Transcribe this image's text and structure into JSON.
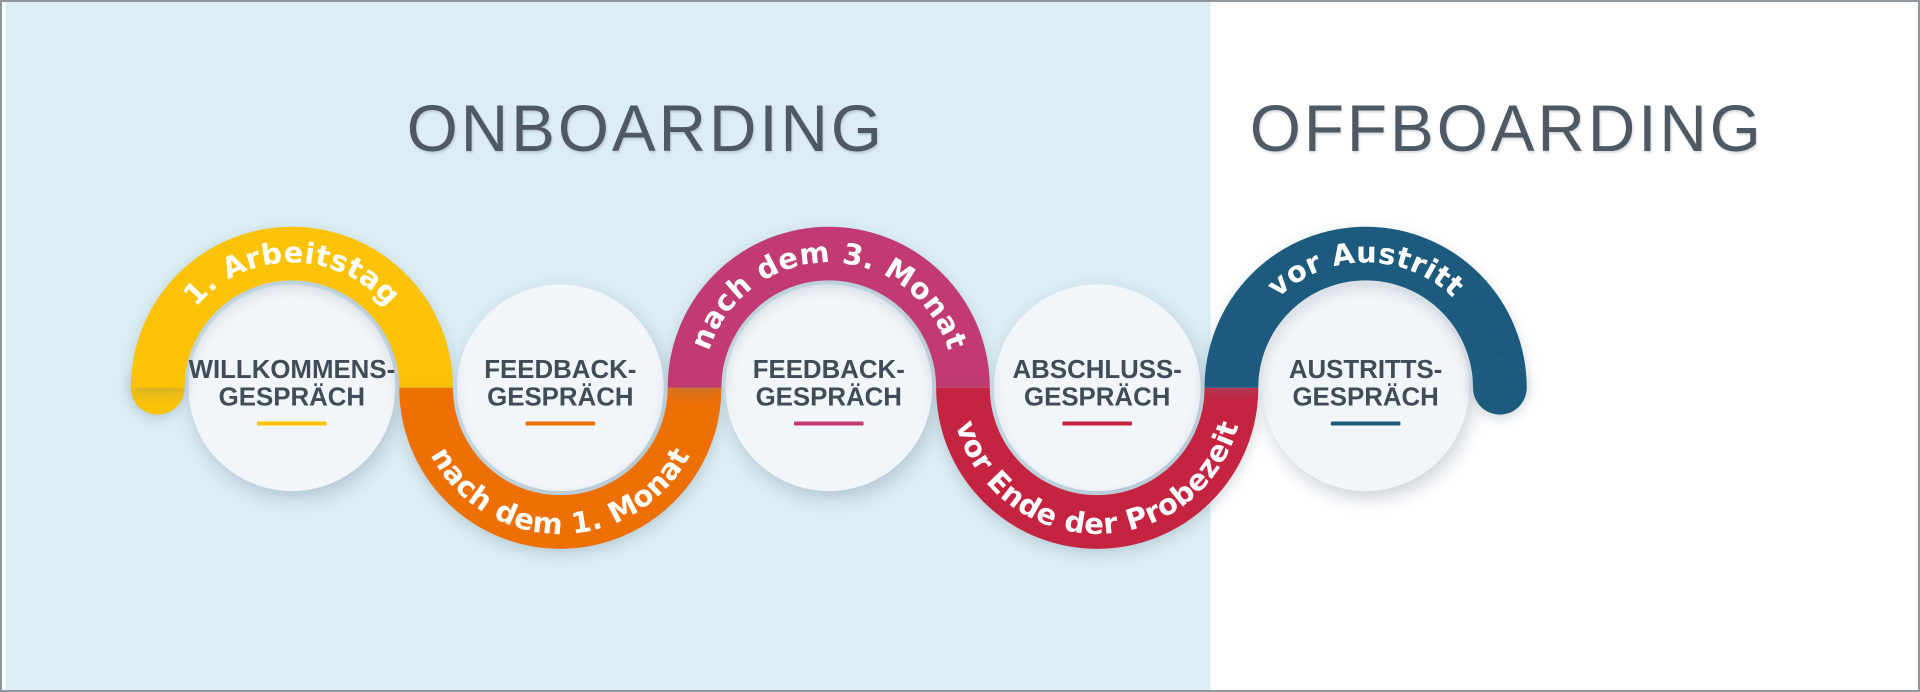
{
  "titles": {
    "onboarding": "ONBOARDING",
    "offboarding": "OFFBOARDING"
  },
  "colors": {
    "background_left": "#DBEEF4",
    "background_right": "#FFFFFF",
    "title_text": "#4E5964",
    "circle_fill": "#F2F5F9",
    "circle_text": "#414C58",
    "arc_text": "#FFFFFF"
  },
  "stages": [
    {
      "phase": "onboarding",
      "arc_label": "1. Arbeitstag",
      "arc_position": "top",
      "color": "#FCC306",
      "circle_line1": "WILLKOMMENS-",
      "circle_line2": "GESPRÄCH"
    },
    {
      "phase": "onboarding",
      "arc_label": "nach dem 1. Monat",
      "arc_position": "bottom",
      "color": "#EE7005",
      "circle_line1": "FEEDBACK-",
      "circle_line2": "GESPRÄCH"
    },
    {
      "phase": "onboarding",
      "arc_label": "nach dem 3. Monat",
      "arc_position": "top",
      "color": "#C13A72",
      "circle_line1": "FEEDBACK-",
      "circle_line2": "GESPRÄCH"
    },
    {
      "phase": "onboarding",
      "arc_label": "vor Ende der Probezeit",
      "arc_position": "bottom",
      "color": "#C52440",
      "circle_line1": "ABSCHLUSS-",
      "circle_line2": "GESPRÄCH"
    },
    {
      "phase": "offboarding",
      "arc_label": "vor Austritt",
      "arc_position": "top",
      "color": "#1D5B7E",
      "circle_line1": "AUSTRITTS-",
      "circle_line2": "GESPRÄCH"
    }
  ]
}
